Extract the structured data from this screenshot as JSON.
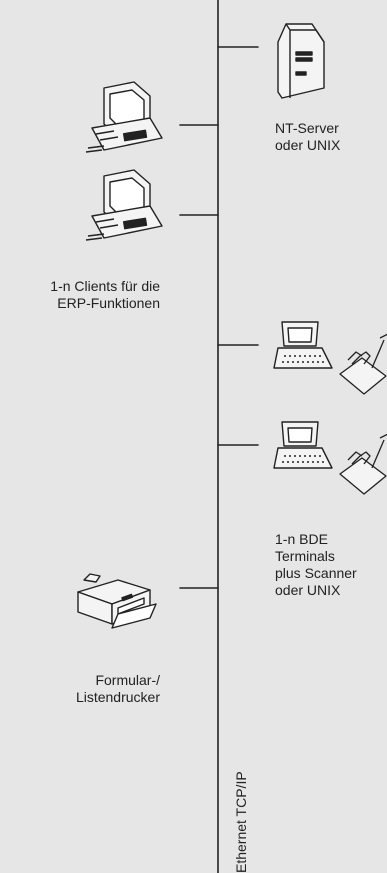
{
  "network": {
    "label": "Ethernet TCP/IP"
  },
  "server": {
    "lines": [
      "NT-Server",
      "oder UNIX"
    ]
  },
  "clients": {
    "lines": [
      "1-n Clients für die",
      "ERP-Funktionen"
    ]
  },
  "terminals": {
    "lines": [
      "1-n BDE",
      "Terminals",
      "plus Scanner",
      "oder UNIX"
    ]
  },
  "printer": {
    "lines": [
      "Formular-/",
      "Listendrucker"
    ]
  }
}
